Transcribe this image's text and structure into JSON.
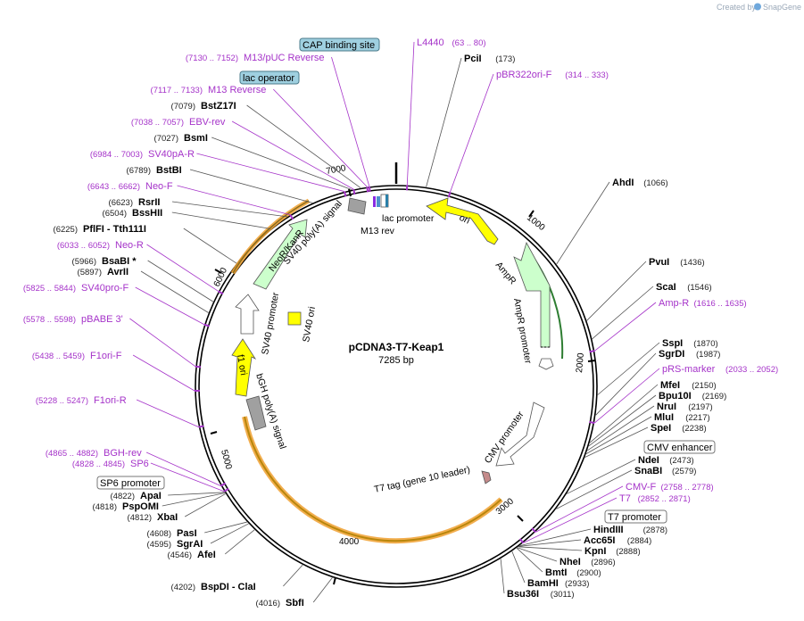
{
  "credit": {
    "prefix": "Created by",
    "brand": "SnapGene"
  },
  "plasmid": {
    "name": "pCDNA3-T7-Keap1",
    "size": "7285 bp"
  },
  "ticks": [
    "1000",
    "2000",
    "3000",
    "4000",
    "5000",
    "6000",
    "7000"
  ],
  "features": {
    "ori": "ori",
    "ampr": "AmpR",
    "ampr_promoter": "AmpR promoter",
    "cmv_promoter": "CMV promoter",
    "t7_tag": "T7 tag (gene 10 leader)",
    "bgh": "bGH poly(A) signal",
    "f1ori": "f1 ori",
    "sv40_promoter": "SV40 promoter",
    "sv40ori": "SV40 ori",
    "neor": "NeoR/KanR",
    "sv40pa": "SV40 poly(A) signal",
    "lac_promoter": "lac promoter",
    "m13rev": "M13 rev"
  },
  "boxed": {
    "cap": "CAP binding site",
    "lacop": "lac operator",
    "cmv_enh": "CMV enhancer",
    "t7_prom": "T7 promoter",
    "sp6_prom": "SP6 promoter"
  },
  "left_labels": [
    {
      "pos": "(7130 .. 7152)",
      "name": "M13/pUC Reverse",
      "kind": "primer"
    },
    {
      "pos": "(7117 .. 7133)",
      "name": "M13 Reverse",
      "kind": "primer"
    },
    {
      "pos": "(7079)",
      "name": "BstZ17I",
      "kind": "enzyme"
    },
    {
      "pos": "(7038 .. 7057)",
      "name": "EBV-rev",
      "kind": "primer"
    },
    {
      "pos": "(7027)",
      "name": "BsmI",
      "kind": "enzyme"
    },
    {
      "pos": "(6984 .. 7003)",
      "name": "SV40pA-R",
      "kind": "primer"
    },
    {
      "pos": "(6789)",
      "name": "BstBI",
      "kind": "enzyme"
    },
    {
      "pos": "(6643 .. 6662)",
      "name": "Neo-F",
      "kind": "primer"
    },
    {
      "pos": "(6623)",
      "name": "RsrII",
      "kind": "enzyme"
    },
    {
      "pos": "(6504)",
      "name": "BssHII",
      "kind": "enzyme"
    },
    {
      "pos": "(6225)",
      "name": "PflFI  - Tth111I",
      "kind": "enzyme"
    },
    {
      "pos": "(6033 .. 6052)",
      "name": "Neo-R",
      "kind": "primer"
    },
    {
      "pos": "(5966)",
      "name": "BsaBI *",
      "kind": "enzyme"
    },
    {
      "pos": "(5897)",
      "name": "AvrII",
      "kind": "enzyme"
    },
    {
      "pos": "(5825 .. 5844)",
      "name": "SV40pro-F",
      "kind": "primer"
    },
    {
      "pos": "(5578 .. 5598)",
      "name": "pBABE 3'",
      "kind": "primer"
    },
    {
      "pos": "(5438 .. 5459)",
      "name": "F1ori-F",
      "kind": "primer"
    },
    {
      "pos": "(5228 .. 5247)",
      "name": "F1ori-R",
      "kind": "primer"
    },
    {
      "pos": "(4865 .. 4882)",
      "name": "BGH-rev",
      "kind": "primer"
    },
    {
      "pos": "(4828 .. 4845)",
      "name": "SP6",
      "kind": "primer"
    },
    {
      "pos": "(4822)",
      "name": "ApaI",
      "kind": "enzyme"
    },
    {
      "pos": "(4818)",
      "name": "PspOMI",
      "kind": "enzyme"
    },
    {
      "pos": "(4812)",
      "name": "XbaI",
      "kind": "enzyme"
    },
    {
      "pos": "(4608)",
      "name": "PasI",
      "kind": "enzyme"
    },
    {
      "pos": "(4595)",
      "name": "SgrAI",
      "kind": "enzyme"
    },
    {
      "pos": "(4546)",
      "name": "AfeI",
      "kind": "enzyme"
    },
    {
      "pos": "(4202)",
      "name": "BspDI  - ClaI",
      "kind": "enzyme"
    },
    {
      "pos": "(4016)",
      "name": "SbfI",
      "kind": "enzyme"
    }
  ],
  "right_labels": [
    {
      "name": "L4440",
      "pos": "(63 .. 80)",
      "kind": "primer"
    },
    {
      "name": "PciI",
      "pos": "(173)",
      "kind": "enzyme"
    },
    {
      "name": "pBR322ori-F",
      "pos": "(314 .. 333)",
      "kind": "primer"
    },
    {
      "name": "AhdI",
      "pos": "(1066)",
      "kind": "enzyme"
    },
    {
      "name": "PvuI",
      "pos": "(1436)",
      "kind": "enzyme"
    },
    {
      "name": "ScaI",
      "pos": "(1546)",
      "kind": "enzyme"
    },
    {
      "name": "Amp-R",
      "pos": "(1616 .. 1635)",
      "kind": "primer"
    },
    {
      "name": "SspI",
      "pos": "(1870)",
      "kind": "enzyme"
    },
    {
      "name": "SgrDI",
      "pos": "(1987)",
      "kind": "enzyme"
    },
    {
      "name": "pRS-marker",
      "pos": "(2033 .. 2052)",
      "kind": "primer"
    },
    {
      "name": "MfeI",
      "pos": "(2150)",
      "kind": "enzyme"
    },
    {
      "name": "Bpu10I",
      "pos": "(2169)",
      "kind": "enzyme"
    },
    {
      "name": "NruI",
      "pos": "(2197)",
      "kind": "enzyme"
    },
    {
      "name": "MluI",
      "pos": "(2217)",
      "kind": "enzyme"
    },
    {
      "name": "SpeI",
      "pos": "(2238)",
      "kind": "enzyme"
    },
    {
      "name": "NdeI",
      "pos": "(2473)",
      "kind": "enzyme"
    },
    {
      "name": "SnaBI",
      "pos": "(2579)",
      "kind": "enzyme"
    },
    {
      "name": "CMV-F",
      "pos": "(2758 .. 2778)",
      "kind": "primer"
    },
    {
      "name": "T7",
      "pos": "(2852 .. 2871)",
      "kind": "primer"
    },
    {
      "name": "HindIII",
      "pos": "(2878)",
      "kind": "enzyme"
    },
    {
      "name": "Acc65I",
      "pos": "(2884)",
      "kind": "enzyme"
    },
    {
      "name": "KpnI",
      "pos": "(2888)",
      "kind": "enzyme"
    },
    {
      "name": "NheI",
      "pos": "(2896)",
      "kind": "enzyme"
    },
    {
      "name": "BmtI",
      "pos": "(2900)",
      "kind": "enzyme"
    },
    {
      "name": "BamHI",
      "pos": "(2933)",
      "kind": "enzyme"
    },
    {
      "name": "Bsu36I",
      "pos": "(3011)",
      "kind": "enzyme"
    }
  ]
}
